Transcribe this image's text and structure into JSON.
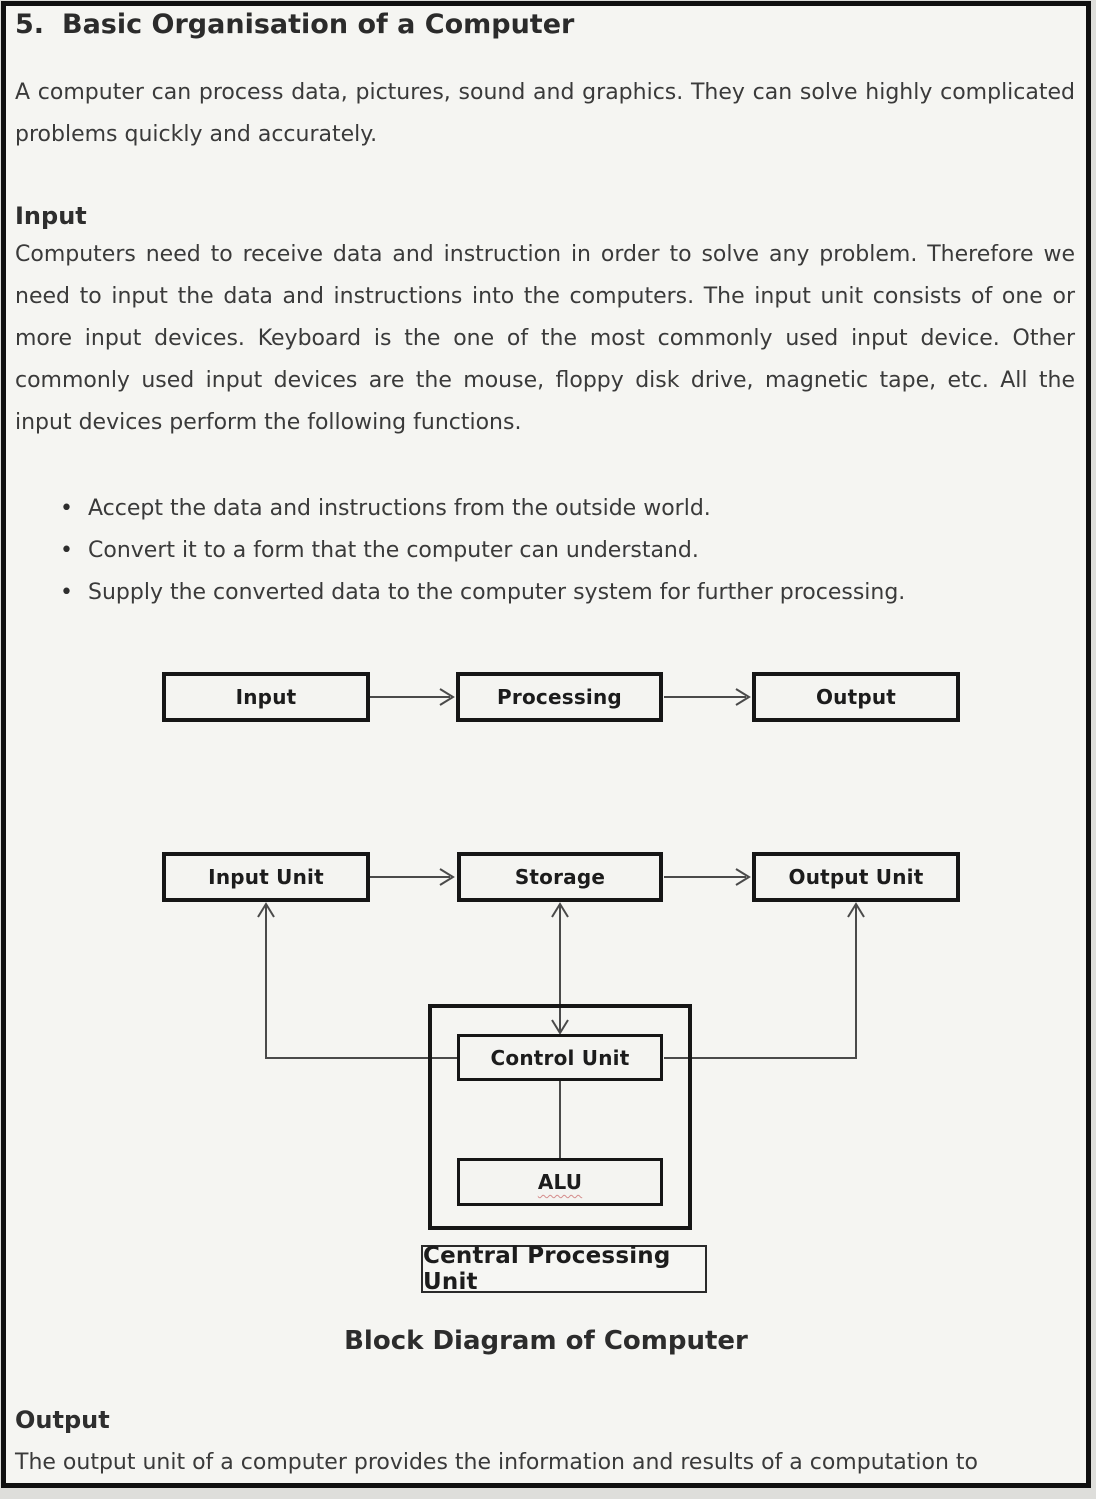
{
  "page": {
    "section_number": "5.",
    "title": "Basic Organisation of a Computer",
    "intro": "A computer can process data, pictures, sound and graphics.  They can solve highly complicated problems quickly and accurately.",
    "input_section": {
      "heading": "Input",
      "body": "Computers need to receive data and instruction in order to solve any problem. Therefore we need to input the data and instructions into the computers. The input unit consists of one or more input devices. Keyboard is the one of the most commonly used input device. Other commonly used input devices are the mouse, floppy disk drive, magnetic tape, etc. All the input devices perform the following functions.",
      "bullet_char": "•",
      "bullets": [
        "Accept the data and instructions from the outside world.",
        "Convert it to a form that the computer can understand.",
        "Supply the converted data to the computer system for further processing."
      ]
    },
    "diagram": {
      "flow_boxes": [
        "Input",
        "Processing",
        "Output"
      ],
      "unit_boxes": [
        "Input Unit",
        "Storage",
        "Output Unit"
      ],
      "control_unit": "Control Unit",
      "alu": "ALU",
      "cpu_label": "Central Processing Unit",
      "caption": "Block Diagram of Computer"
    },
    "output_section": {
      "heading": "Output",
      "body": "The output unit of a computer provides the information and results of a computation to"
    }
  }
}
